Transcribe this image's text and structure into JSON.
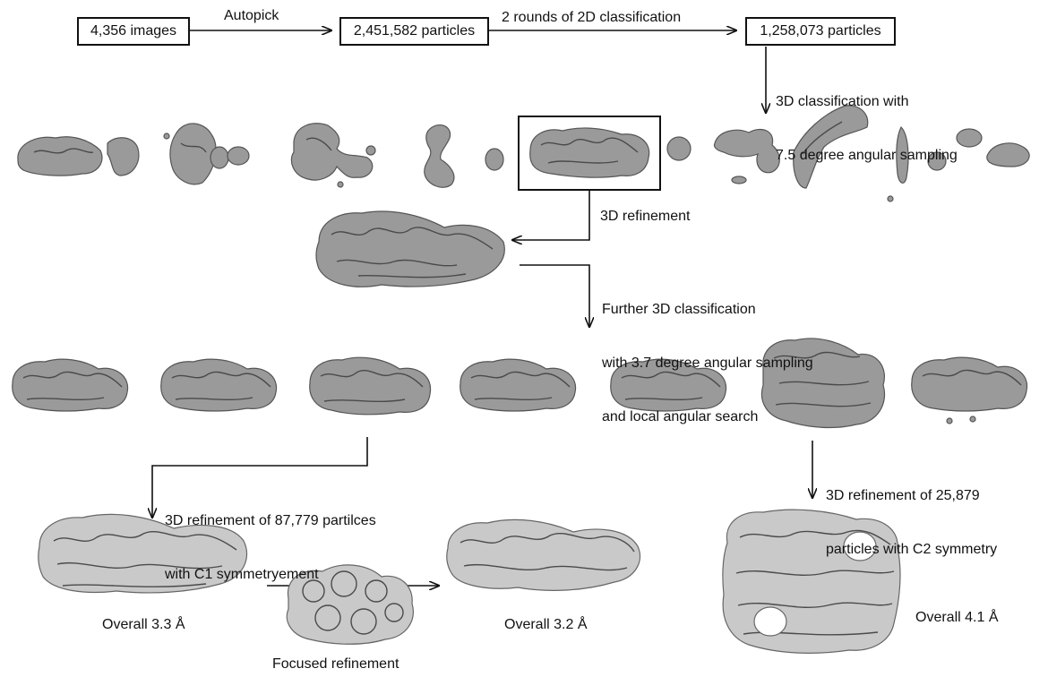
{
  "boxes": {
    "images": "4,356 images",
    "particles_picked": "2,451,582 particles",
    "particles_classified": "1,258,073 particles"
  },
  "steps": {
    "autopick": "Autopick",
    "class2d": "2 rounds of 2D classification",
    "class3d_line1": "3D classification with",
    "class3d_line2": "7.5 degree angular sampling",
    "refine3d": "3D refinement",
    "further_line1": "Further 3D classification",
    "further_line2": "with  3.7 degree angular sampling",
    "further_line3": "and local angular search",
    "refine_c1_line1": "3D refinement of 87,779 partilces",
    "refine_c1_line2": "with C1 symmetryement",
    "refine_c2_line1": "3D refinement of 25,879",
    "refine_c2_line2": "particles with C2 symmetry",
    "focused": "Focused refinement"
  },
  "results": {
    "overall_c1": "Overall 3.3 Å",
    "overall_focused": "Overall 3.2 Å",
    "overall_c2": "Overall 4.1 Å"
  }
}
